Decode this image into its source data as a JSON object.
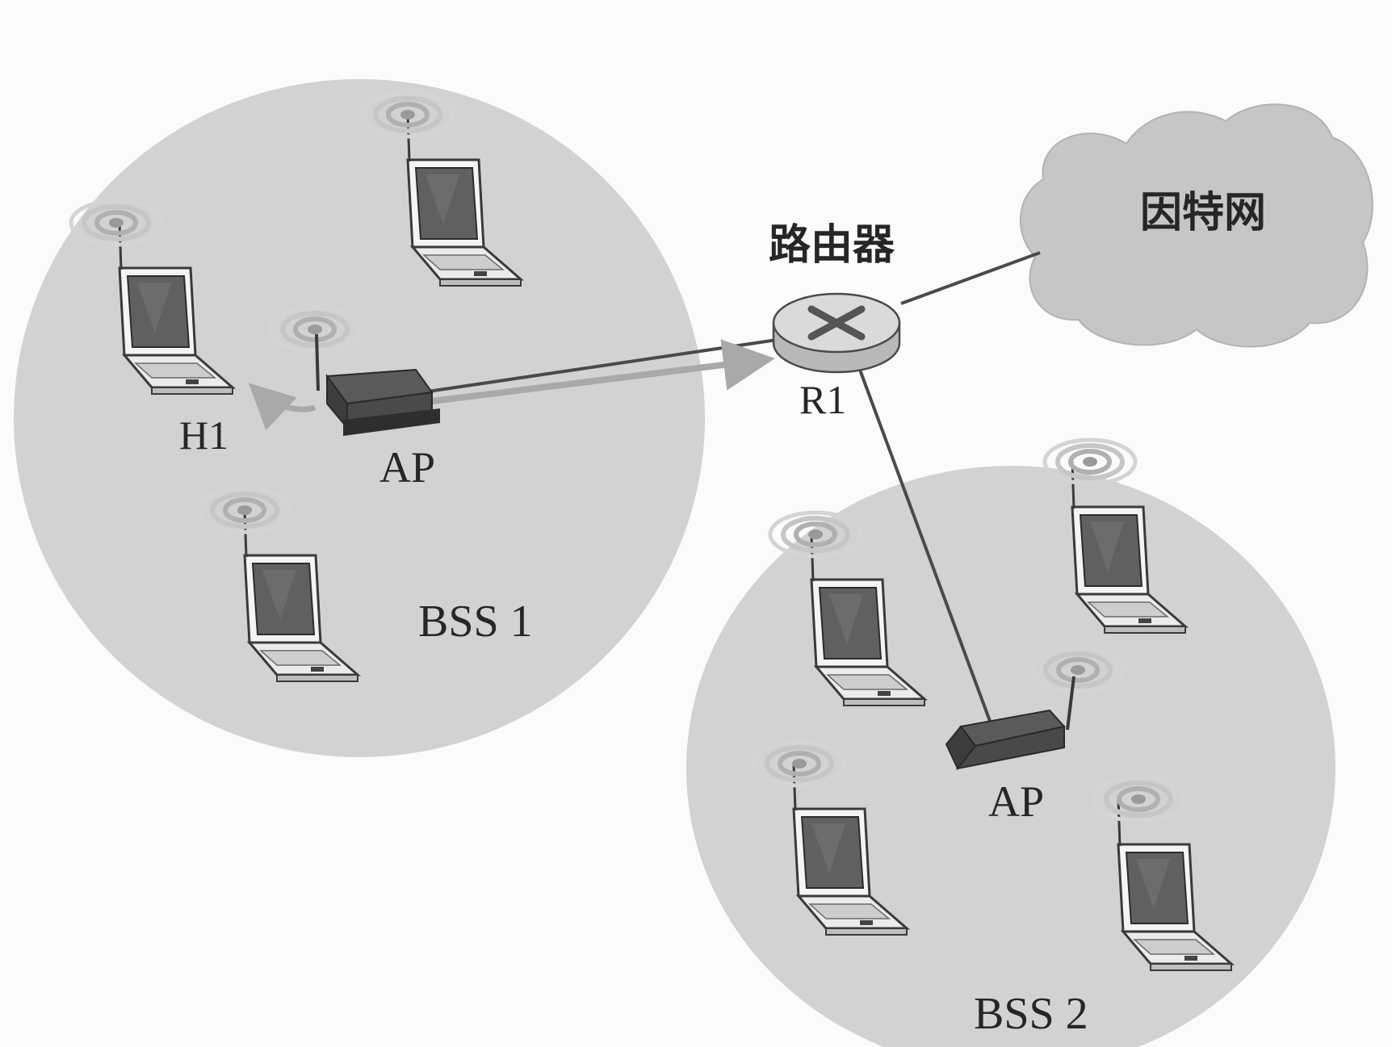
{
  "diagram": {
    "labels": {
      "internet": "因特网",
      "router": "路由器",
      "router_id": "R1",
      "host_h1": "H1",
      "ap_bss1": "AP",
      "ap_bss2": "AP",
      "bss1": "BSS 1",
      "bss2": "BSS 2"
    },
    "colors": {
      "cell_fill": "#d2d2d2",
      "cloud_fill": "#c6c6c6",
      "link": "#4a4a4a",
      "arrow": "#a9a9a9",
      "router_body": "#d9d9d9",
      "ap_body": "#4d4d4d",
      "laptop_screen": "#606060"
    },
    "icons": [
      "laptop-icon",
      "access-point-icon",
      "router-icon",
      "wireless-signal-icon",
      "internet-cloud-icon"
    ]
  }
}
